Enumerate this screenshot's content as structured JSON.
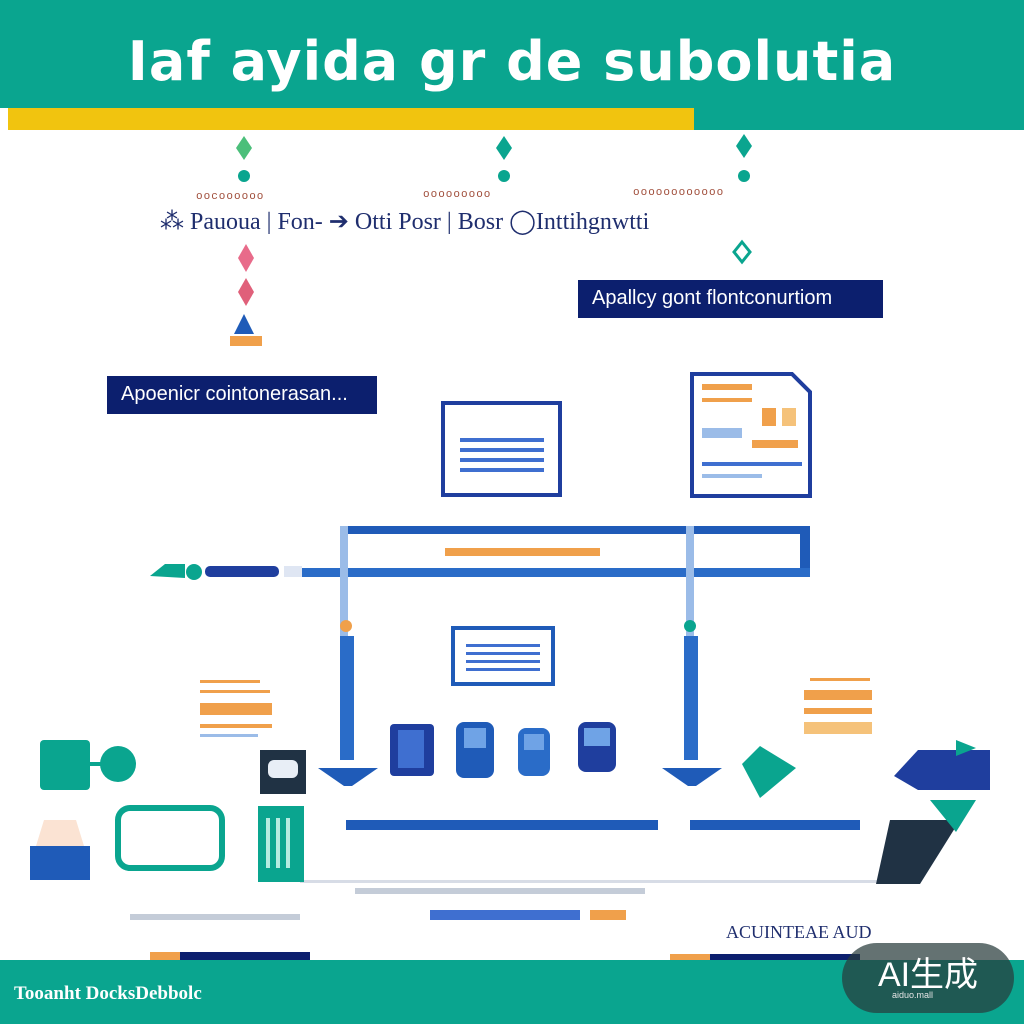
{
  "header": {
    "title": "Iaf ayida gr  de subolutia"
  },
  "steps": {
    "captions": [
      "oocoooooo",
      "ooooooooo",
      "oooooooooooo"
    ],
    "label_line": "⁂ Pauoua | Fon- ➔ Otti Posr | Bosr ◯Inttihgnwtti"
  },
  "callouts": {
    "top": "Apallcy gont flontconurtiom",
    "left": "Apoenicr cointonerasan..."
  },
  "footer": {
    "left_text": "Tooanht DocksDebbolc",
    "signature": "ACUINTEAE AUD",
    "ai_badge": "AI生成",
    "ai_sub": "aiduo.mall"
  },
  "colors": {
    "teal": "#0aa58f",
    "yellow": "#f1c40f",
    "navy": "#0c1f6e",
    "blue": "#1f5bb8",
    "orange": "#f0a04b"
  },
  "icons": [
    "diamond-marker-icon",
    "document-window-icon",
    "document-page-icon",
    "cylinder-device-icon",
    "funnel-icon",
    "arrow-shape-icon",
    "gear-icon"
  ]
}
